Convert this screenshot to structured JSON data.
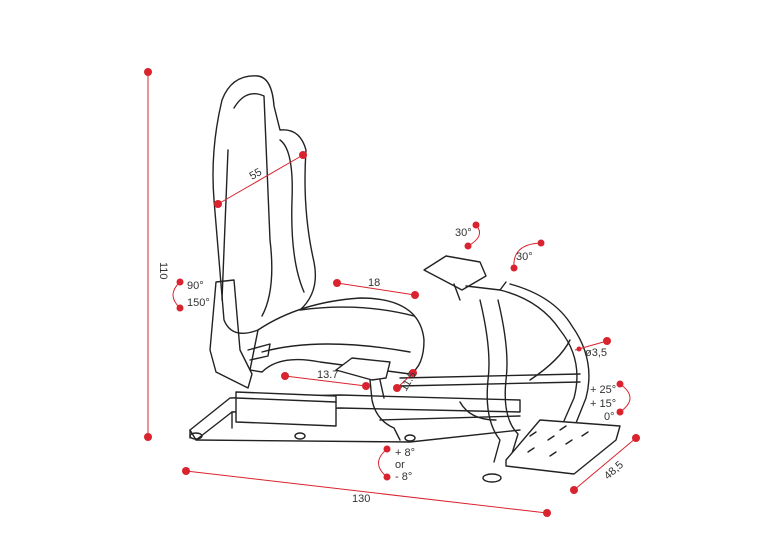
{
  "colors": {
    "dimension": "#d9232e",
    "line_art": "#222222"
  },
  "subject": "racing-simulator-cockpit-with-seat",
  "dimensions": {
    "height": "110",
    "backrest_width": "55",
    "seat_depth": "18",
    "shifter_plate_offset": "13.7",
    "shifter_plate_height": "11.5",
    "wheel_tilt_top": "30°",
    "wheel_tilt_side": "30°",
    "tube_diameter": "ø3,5",
    "length": "130",
    "pedal_width": "48,5"
  },
  "recline": {
    "upper": "90°",
    "lower": "150°"
  },
  "pedal_angles": [
    "+ 25°",
    "+ 15°",
    "0°"
  ],
  "shifter_angle": {
    "upper": "+ 8°",
    "or": "or",
    "lower": "- 8°"
  }
}
